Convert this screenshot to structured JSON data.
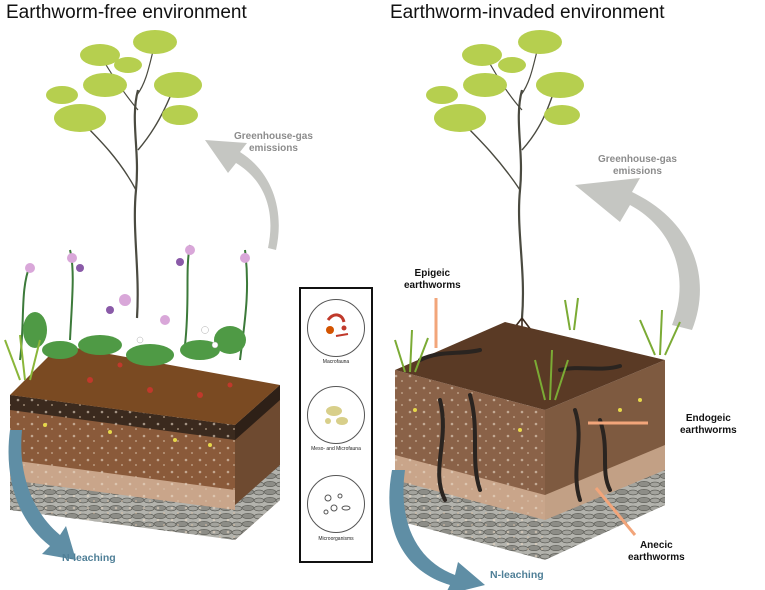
{
  "panels": {
    "left": {
      "title": "Earthworm-free environment",
      "greenhouse_label": "Greenhouse-gas emissions",
      "nleaching_label": "N-leaching"
    },
    "right": {
      "title": "Earthworm-invaded environment",
      "greenhouse_label": "Greenhouse-gas emissions",
      "nleaching_label": "N-leaching",
      "epigeic_label": "Epigeic earthworms",
      "endogeic_label": "Endogeic earthworms",
      "anecic_label": "Anecic earthworms"
    }
  },
  "legend": {
    "items": [
      {
        "label": "Macrofauna"
      },
      {
        "label": "Meso- and Microfauna"
      },
      {
        "label": "Microorganisms"
      }
    ]
  },
  "colors": {
    "greenhouse_arrow": "#c5c6c2",
    "nleaching_arrow": "#5f8ea5",
    "callout_line": "#f2a57a",
    "leaf": "#b6cf4f",
    "litter": "#7a4a22",
    "topsoil": "#3b2a1e",
    "midsoil": "#8a5a3a",
    "subsoil": "#c9a58a",
    "stone": "#9e9e98"
  }
}
